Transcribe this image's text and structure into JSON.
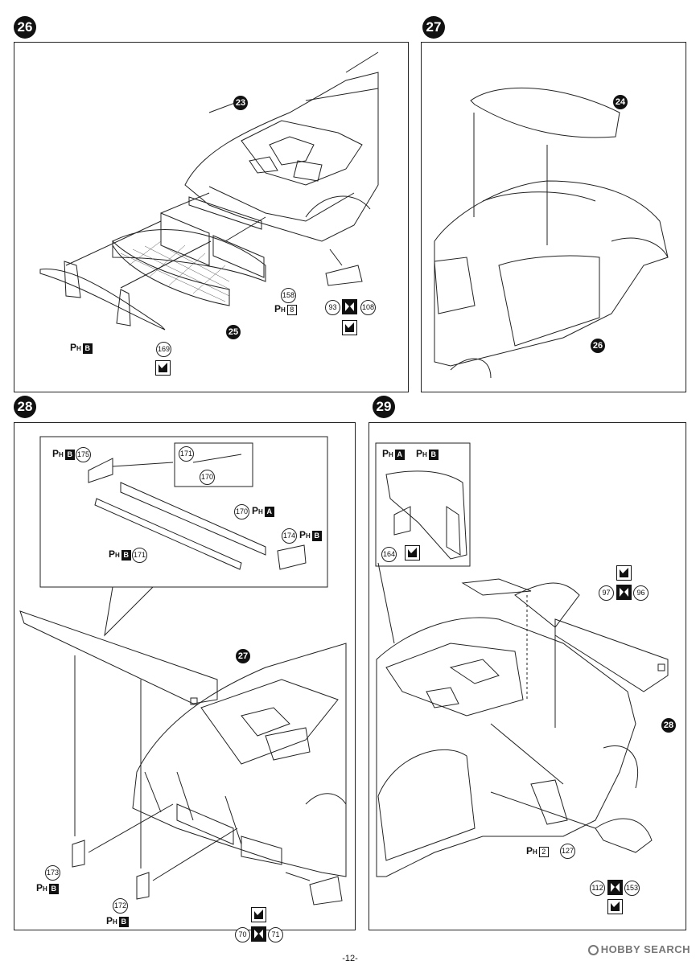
{
  "steps": [
    {
      "number": "26",
      "callouts": {
        "body": "23",
        "grille": "25",
        "diffuser": "169",
        "mesh": "158",
        "vent": "93",
        "vent2": "108"
      },
      "paints": {
        "fins": "B",
        "mesh": "8"
      }
    },
    {
      "number": "27",
      "callouts": {
        "hood": "24",
        "body": "26"
      }
    },
    {
      "number": "28",
      "callouts": {
        "body": "27",
        "a": "175",
        "b": "171",
        "c": "170",
        "d": "174",
        "e": "171",
        "f": "170",
        "g": "173",
        "h": "172",
        "i": "70",
        "j": "71"
      },
      "paints": {
        "a": "B",
        "c": "A",
        "d": "B",
        "e": "B",
        "g": "B",
        "h": "B"
      }
    },
    {
      "number": "29",
      "callouts": {
        "body": "28",
        "inset": "164",
        "wing1": "97",
        "wing2": "96",
        "glass": "127",
        "hood1": "112",
        "hood2": "153"
      },
      "paints": {
        "insetA": "A",
        "insetB": "B",
        "glass": "2"
      }
    }
  ],
  "paint_prefix": "P",
  "paint_subscript": "H",
  "page_number": "-12-",
  "watermark": "HOBBY SEARCH"
}
